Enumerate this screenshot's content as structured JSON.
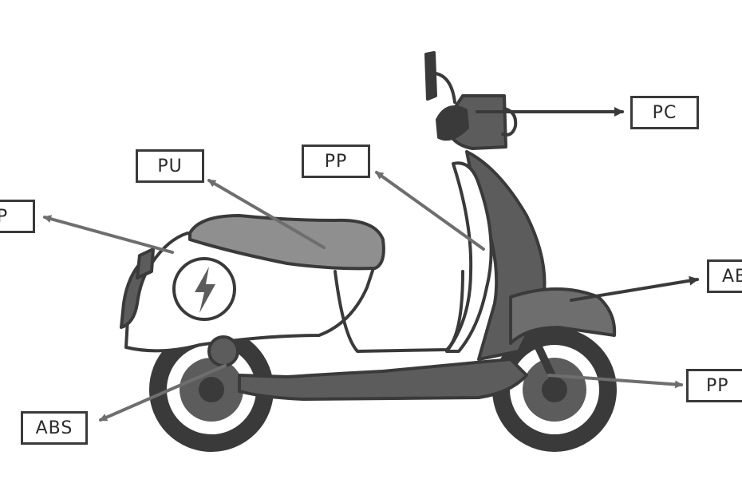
{
  "labels": {
    "handlebar": "PC",
    "front_panel": "PP",
    "seat": "PU",
    "rear_body": "P",
    "front_fender": "AB",
    "front_wheel": "PP",
    "rear_wheel": "ABS"
  },
  "colors": {
    "outline": "#3a3a3a",
    "arrow": "#6e6e6e",
    "dark_body": "#5c5c5c",
    "seat": "#8f8f8f",
    "background": "#ffffff"
  },
  "icons": [
    "lightning-bolt-icon"
  ]
}
